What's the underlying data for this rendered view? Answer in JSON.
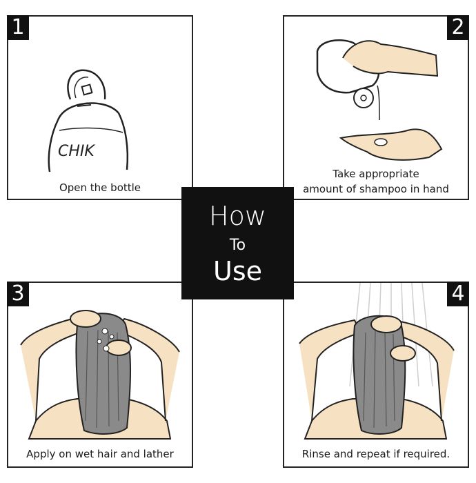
{
  "center": {
    "line1": "How",
    "line2": "To",
    "line3": "Use"
  },
  "steps": [
    {
      "number": "1",
      "caption_line1": "Open the bottle",
      "brand": "CHIK"
    },
    {
      "number": "2",
      "caption_line1": "Take appropriate",
      "caption_line2": "amount of shampoo in hand"
    },
    {
      "number": "3",
      "caption_line1": "Apply on wet hair and lather"
    },
    {
      "number": "4",
      "caption_line1": "Rinse and repeat if required."
    }
  ],
  "colors": {
    "ink": "#222222",
    "skin": "#f6e2c2",
    "hair": "#8a8a8a",
    "badge": "#111111"
  }
}
